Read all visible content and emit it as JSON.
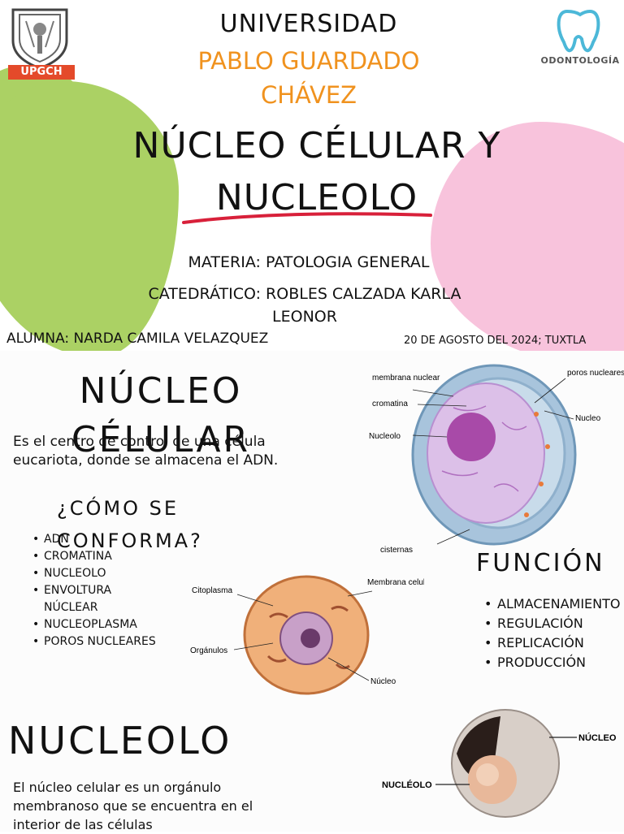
{
  "cover": {
    "university_line1": "UNIVERSIDAD",
    "university_line2": "PABLO GUARDADO CHÁVEZ",
    "title": "NÚCLEO CÉLULAR Y NUCLEOLO",
    "materia": "MATERIA: PATOLOGIA GENERAL",
    "catedratico": "CATEDRÁTICO: ROBLES CALZADA KARLA LEONOR",
    "alumna": "ALUMNA: NARDA CAMILA VELAZQUEZ",
    "fecha": "20 DE AGOSTO DEL 2024; TUXTLA",
    "logo_left_text": "UPGCH",
    "logo_right_text": "ODONTOLOGÍA",
    "colors": {
      "green": "#abd164",
      "pink": "#f8c3dc",
      "orange": "#f0921e",
      "red_underline": "#d8203a"
    }
  },
  "nucleo": {
    "heading": "NÚCLEO CÉLULAR",
    "intro": "Es el centro de control de una célula eucariota, donde se almacena el ADN.",
    "como_heading": "¿CÓMO SE CONFORMA?",
    "componentes": [
      "ADN",
      "CROMATINA",
      "NUCLEOLO",
      "ENVOLTURA NÚCLEAR",
      "NUCLEOPLASMA",
      "POROS NUCLEARES"
    ],
    "funcion_heading": "FUNCIÓN",
    "funciones": [
      "ALMACENAMIENTO",
      "REGULACIÓN",
      "REPLICACIÓN",
      "PRODUCCIÓN"
    ]
  },
  "diagram1": {
    "labels": {
      "membrana": "membrana nuclear",
      "cromatina": "cromatina",
      "nucleolo": "Nucleolo",
      "poros": "poros nucleares",
      "nucleo": "Nucleo",
      "cisternas": "cisternas"
    }
  },
  "diagram2": {
    "labels": {
      "citoplasma": "Citoplasma",
      "membrana": "Membrana celular",
      "organulos": "Orgánulos",
      "nucleo": "Núcleo"
    }
  },
  "nucleolo": {
    "heading": "NUCLEOLO",
    "text": "El núcleo celular es un orgánulo membranoso que se encuentra en el interior de las células",
    "diagram_labels": {
      "nucleo": "NÚCLEO",
      "nucleolo": "NUCLÉOLO"
    }
  }
}
